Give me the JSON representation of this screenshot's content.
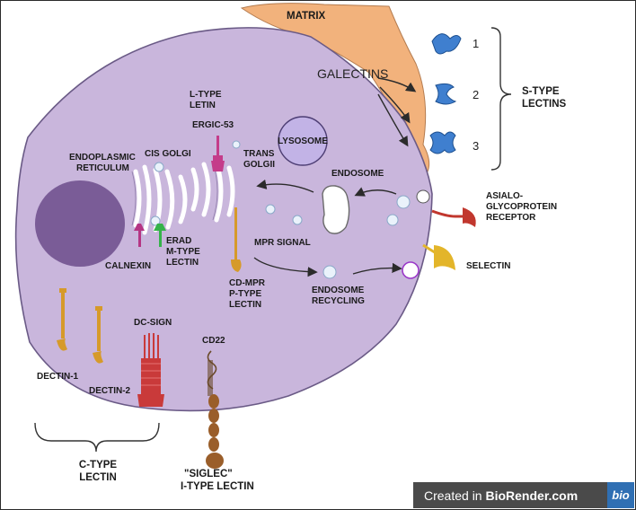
{
  "labels": {
    "matrix": "MATRIX",
    "galectins": "GALECTINS",
    "num1": "1",
    "num2": "2",
    "num3": "3",
    "s_type_1": "S-TYPE",
    "s_type_2": "LECTINS",
    "lysosome": "LYSOSOME",
    "l_type_1": "L-TYPE",
    "l_type_2": "LETIN",
    "ergic": "ERGIC-53",
    "cis_golgi": "CIS GOLGI",
    "trans_golgi_1": "TRANS",
    "trans_golgi_2": "GOLGII",
    "endosome": "ENDOSOME",
    "er_1": "ENDOPLASMIC",
    "er_2": "RETICULUM",
    "asialo_1": "ASIALO-",
    "asialo_2": "GLYCOPROTEIN",
    "asialo_3": "RECEPTOR",
    "mpr_signal": "MPR SIGNAL",
    "selectin": "SELECTIN",
    "calnexin": "CALNEXIN",
    "erad_1": "ERAD",
    "erad_2": "M-TYPE",
    "erad_3": "LECTIN",
    "cdmpr_1": "CD-MPR",
    "cdmpr_2": "P-TYPE",
    "cdmpr_3": "LECTIN",
    "endo_rec_1": "ENDOSOME",
    "endo_rec_2": "RECYCLING",
    "dc_sign": "DC-SIGN",
    "cd22": "CD22",
    "dectin1": "DECTIN-1",
    "dectin2": "DECTIN-2",
    "c_type_1": "C-TYPE",
    "c_type_2": "LECTIN",
    "siglec_1": "\"SIGLEC\"",
    "siglec_2": "I-TYPE LECTIN"
  },
  "watermark": {
    "prefix": "Created in ",
    "brand": "BioRender.com",
    "logo": "bio"
  },
  "colors": {
    "cell": "#c9b6dc",
    "matrix": "#f2b27c",
    "nucleus": "#7a5c97",
    "lysosome": "#c2b3e6",
    "receptor_blue": "#3f7fcf",
    "dectin": "#d69a2a",
    "dc_sign": "#c93a3a",
    "siglec": "#9a5e2a",
    "selectin": "#e3b52a",
    "asialo": "#c1372e",
    "ergic": "#c43c8a",
    "calnexin": "#b53584",
    "erad": "#35b34a"
  }
}
